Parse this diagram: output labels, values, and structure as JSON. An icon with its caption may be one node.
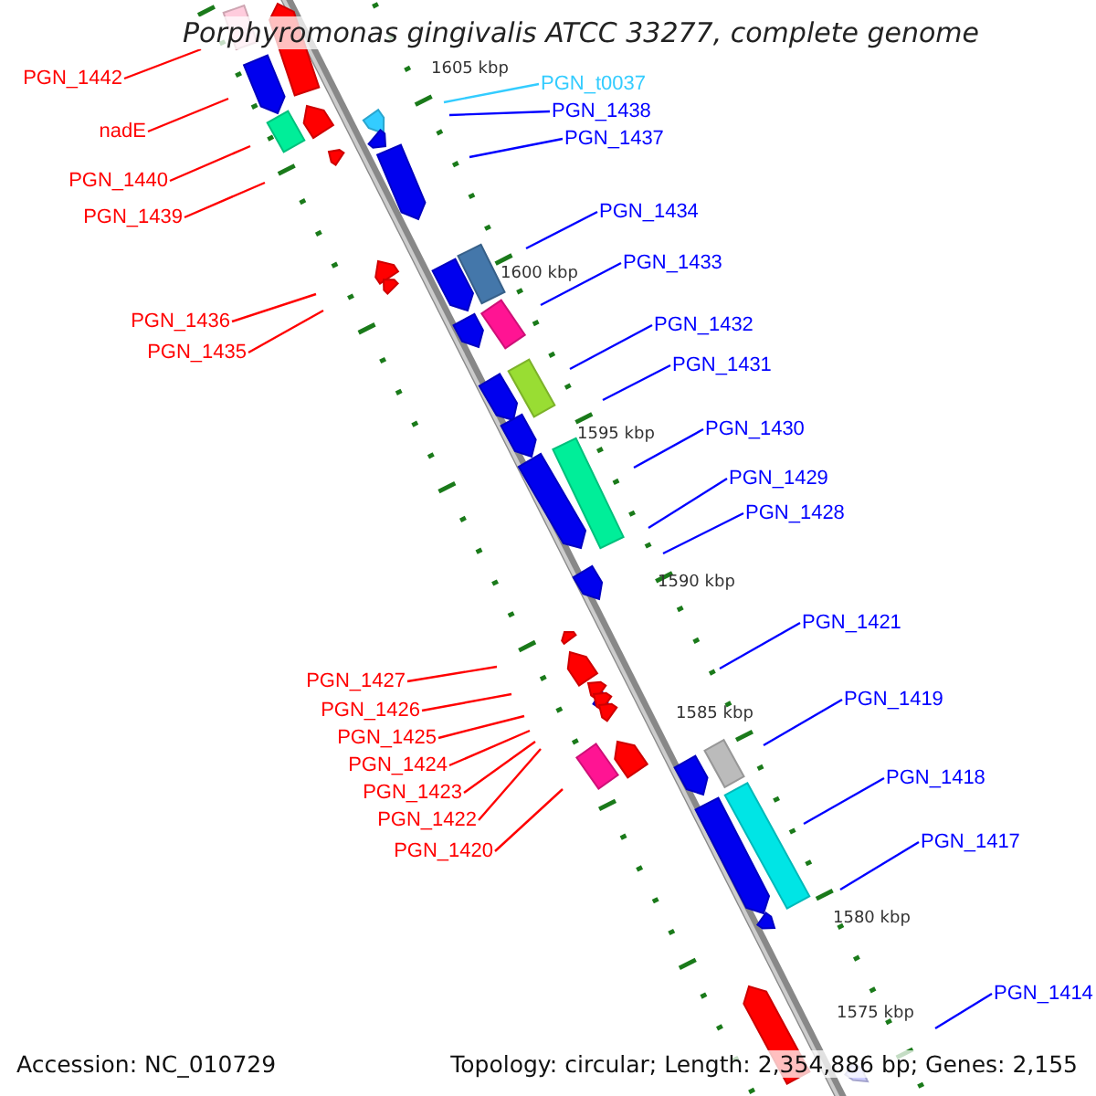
{
  "diagram": {
    "title": "Porphyromonas gingivalis ATCC 33277, complete genome",
    "nodes": [
      {
        "text": [
          "PGN_1442"
        ]
      },
      {
        "text": [
          "PGN_t0037"
        ]
      },
      {
        "text": [
          "PGN_1438"
        ]
      },
      {
        "text": [
          "nadE"
        ]
      },
      {
        "text": [
          "PGN_1437"
        ]
      },
      {
        "text": [
          "PGN_1440"
        ]
      },
      {
        "text": [
          "PGN_1434"
        ]
      },
      {
        "text": [
          "PGN_1439"
        ]
      },
      {
        "text": [
          "PGN_1433"
        ]
      },
      {
        "text": [
          "PGN_1436"
        ]
      },
      {
        "text": [
          "PGN_1432"
        ]
      },
      {
        "text": [
          "PGN_1435"
        ]
      },
      {
        "text": [
          "PGN_1431"
        ]
      },
      {
        "text": [
          "PGN_1430"
        ]
      },
      {
        "text": [
          "PGN_1429"
        ]
      },
      {
        "text": [
          "PGN_1428"
        ]
      },
      {
        "text": [
          "PGN_1421"
        ]
      },
      {
        "text": [
          "PGN_1427"
        ]
      },
      {
        "text": [
          "PGN_1419"
        ]
      },
      {
        "text": [
          "PGN_1426"
        ]
      },
      {
        "text": [
          "PGN_1425"
        ]
      },
      {
        "text": [
          "PGN_1424"
        ]
      },
      {
        "text": [
          "PGN_1418"
        ]
      },
      {
        "text": [
          "PGN_1423"
        ]
      },
      {
        "text": [
          "PGN_1422"
        ]
      },
      {
        "text": [
          "PGN_1417"
        ]
      },
      {
        "text": [
          "PGN_1420"
        ]
      },
      {
        "text": [
          "PGN_1414"
        ]
      }
    ],
    "edges": [
      {
        "from": 0,
        "to": null,
        "arrow": "none",
        "color": "#ff0000"
      },
      {
        "from": 1,
        "to": null,
        "arrow": "none",
        "color": "#33ccff"
      },
      {
        "from": 2,
        "to": null,
        "arrow": "none"
      },
      {
        "from": 3,
        "to": null,
        "arrow": "none",
        "color": "#ff0000"
      },
      {
        "from": 4,
        "to": null,
        "arrow": "none"
      },
      {
        "from": 5,
        "to": null,
        "arrow": "none",
        "color": "#ff0000"
      },
      {
        "from": 6,
        "to": null,
        "arrow": "none"
      },
      {
        "from": 7,
        "to": null,
        "arrow": "none",
        "color": "#ff0000"
      },
      {
        "from": 8,
        "to": null,
        "arrow": "none"
      },
      {
        "from": 9,
        "to": null,
        "arrow": "none",
        "color": "#ff0000"
      },
      {
        "from": 10,
        "to": null,
        "arrow": "none"
      },
      {
        "from": 11,
        "to": null,
        "arrow": "none",
        "color": "#ff0000"
      },
      {
        "from": 12,
        "to": null,
        "arrow": "none"
      },
      {
        "from": 13,
        "to": null,
        "arrow": "none"
      },
      {
        "from": 14,
        "to": null,
        "arrow": "none"
      },
      {
        "from": 15,
        "to": null,
        "arrow": "none"
      },
      {
        "from": 16,
        "to": null,
        "arrow": "none"
      },
      {
        "from": 17,
        "to": null,
        "arrow": "none",
        "color": "#ff0000"
      },
      {
        "from": 18,
        "to": null,
        "arrow": "none"
      },
      {
        "from": 19,
        "to": null,
        "arrow": "none",
        "color": "#ff0000"
      },
      {
        "from": 20,
        "to": null,
        "arrow": "none",
        "color": "#ff0000"
      },
      {
        "from": 21,
        "to": null,
        "arrow": "none",
        "color": "#ff0000"
      },
      {
        "from": 22,
        "to": null,
        "arrow": "none"
      },
      {
        "from": 23,
        "to": null,
        "arrow": "none",
        "color": "#ff0000"
      },
      {
        "from": 24,
        "to": null,
        "arrow": "none",
        "color": "#ff0000"
      },
      {
        "from": 25,
        "to": null,
        "arrow": "none"
      },
      {
        "from": 26,
        "to": null,
        "arrow": "none",
        "color": "#ff0000"
      },
      {
        "from": 27,
        "to": null,
        "arrow": "none"
      }
    ],
    "labels": [
      "1605 kbp",
      "1600 kbp",
      "1595 kbp",
      "1590 kbp",
      "1585 kbp",
      "1580 kbp",
      "1575 kbp",
      "Accession: NC_010729",
      "Topology: circular; Length: 2,354,886 bp; Genes: 2,155"
    ]
  }
}
